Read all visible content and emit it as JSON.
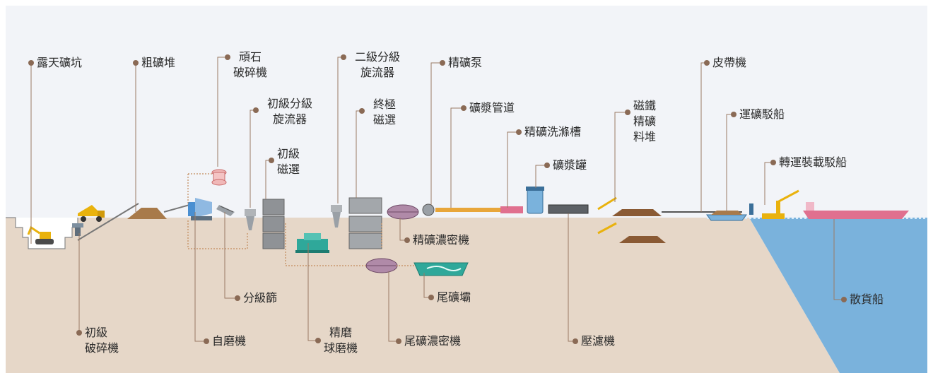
{
  "labels": {
    "open_pit": "露天礦坑",
    "primary_crusher": "初級\n破碎機",
    "ore_stockpile": "粗礦堆",
    "pebble_crusher": "頑石\n破碎機",
    "primary_cyclone": "初級分級\n旋流器",
    "primary_magnetic_separation": "初級\n磁選",
    "screen": "分級篩",
    "sag_mill": "自磨機",
    "secondary_cyclone": "二級分級\n旋流器",
    "final_magnetic_separation": "終極\n磁選",
    "regrind_ball_mill": "精磨\n球磨機",
    "concentrate_pump": "精礦泵",
    "slurry_pipeline": "礦漿管道",
    "concentrate_thickener": "精礦濃密機",
    "tailings_dam": "尾礦壩",
    "tailings_thickener": "尾礦濃密機",
    "concentrate_wash_tank": "精礦洗滌槽",
    "slurry_tank": "礦漿罐",
    "filter_press": "壓濾機",
    "magnetite_concentrate_stockpile": "磁鐵\n精礦\n料堆",
    "belt_conveyor": "皮帶機",
    "ore_barge": "運礦駁船",
    "transshipment_barge": "轉運裝載駁船",
    "bulk_carrier": "散貨船"
  },
  "colors": {
    "ground": "#e6d7c8",
    "sky": "#f2f4f8",
    "sea": "#7ab2dc",
    "leader": "#9a7a63",
    "dot": "#8a6a55",
    "ore_pile": "#a87a4a",
    "machine_grey": "#8f9296",
    "pipe_orange": "#e8a63a",
    "ship_pink": "#e0708f",
    "teal": "#2fa89a",
    "blue_equipment": "#4a8fd1"
  }
}
